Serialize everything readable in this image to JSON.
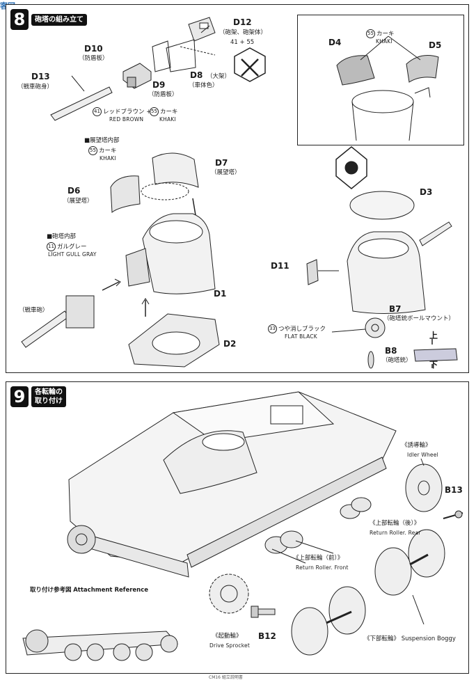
{
  "watermark": "客网",
  "step8": {
    "number": "8",
    "title": "砲塔の組み立て",
    "parts": {
      "D12": {
        "code": "D12",
        "jp": "（砲架、砲架体）",
        "paint": "41 + 55"
      },
      "D10": {
        "code": "D10",
        "jp": "（防盾板）"
      },
      "D13": {
        "code": "D13",
        "jp": "（戦車砲身）"
      },
      "D9": {
        "code": "D9",
        "jp": "（防盾板）"
      },
      "D8": {
        "code": "D8",
        "jp": "（大架）",
        "note": "（車体色）"
      },
      "D7": {
        "code": "D7",
        "jp": "（展望塔）"
      },
      "D6": {
        "code": "D6",
        "jp": "（展望塔）"
      },
      "D1": {
        "code": "D1"
      },
      "D2": {
        "code": "D2"
      },
      "D3": {
        "code": "D3"
      },
      "D4": {
        "code": "D4"
      },
      "D5": {
        "code": "D5"
      },
      "D11": {
        "code": "D11"
      },
      "B7": {
        "code": "B7",
        "jp": "（砲塔銃ボールマウント）"
      },
      "B8": {
        "code": "B8",
        "jp": "（砲塔銃）"
      }
    },
    "paints": {
      "red_brown": {
        "num": "41",
        "jp": "レッドブラウン +",
        "en": "RED BROWN"
      },
      "khaki": {
        "num": "55",
        "jp": "カーキ",
        "en": "KHAKI"
      },
      "light_gull_gray": {
        "num": "11",
        "jp": "ガルグレー",
        "en": "LIGHT GULL GRAY"
      },
      "flat_black": {
        "num": "33",
        "jp": "つや消しブラック",
        "en": "FLAT BLACK"
      }
    },
    "cupola_interior": "■展望塔内部",
    "turret_interior": "■砲塔内部",
    "tank_gun": "（戦車砲）",
    "up": "上",
    "down": "下"
  },
  "step9": {
    "number": "9",
    "title_line1": "各転輪の",
    "title_line2": "取り付け",
    "idler": {
      "jp": "《誘導輪》",
      "en": "Idler Wheel"
    },
    "return_rear": {
      "jp": "《上部転輪（後）》",
      "en": "Return Roller. Rear"
    },
    "return_front": {
      "jp": "《上部転輪（前）》",
      "en": "Return Roller. Front"
    },
    "sprocket": {
      "jp": "《起動輪》",
      "en": "Drive Sprocket"
    },
    "boggy": {
      "jp": "《下部転輪》",
      "en": "Suspension Boggy"
    },
    "B13": "B13",
    "B12": "B12",
    "reference": "取り付け参考図",
    "reference_en": "Attachment Reference"
  },
  "footer": "CM16 組立説明書"
}
